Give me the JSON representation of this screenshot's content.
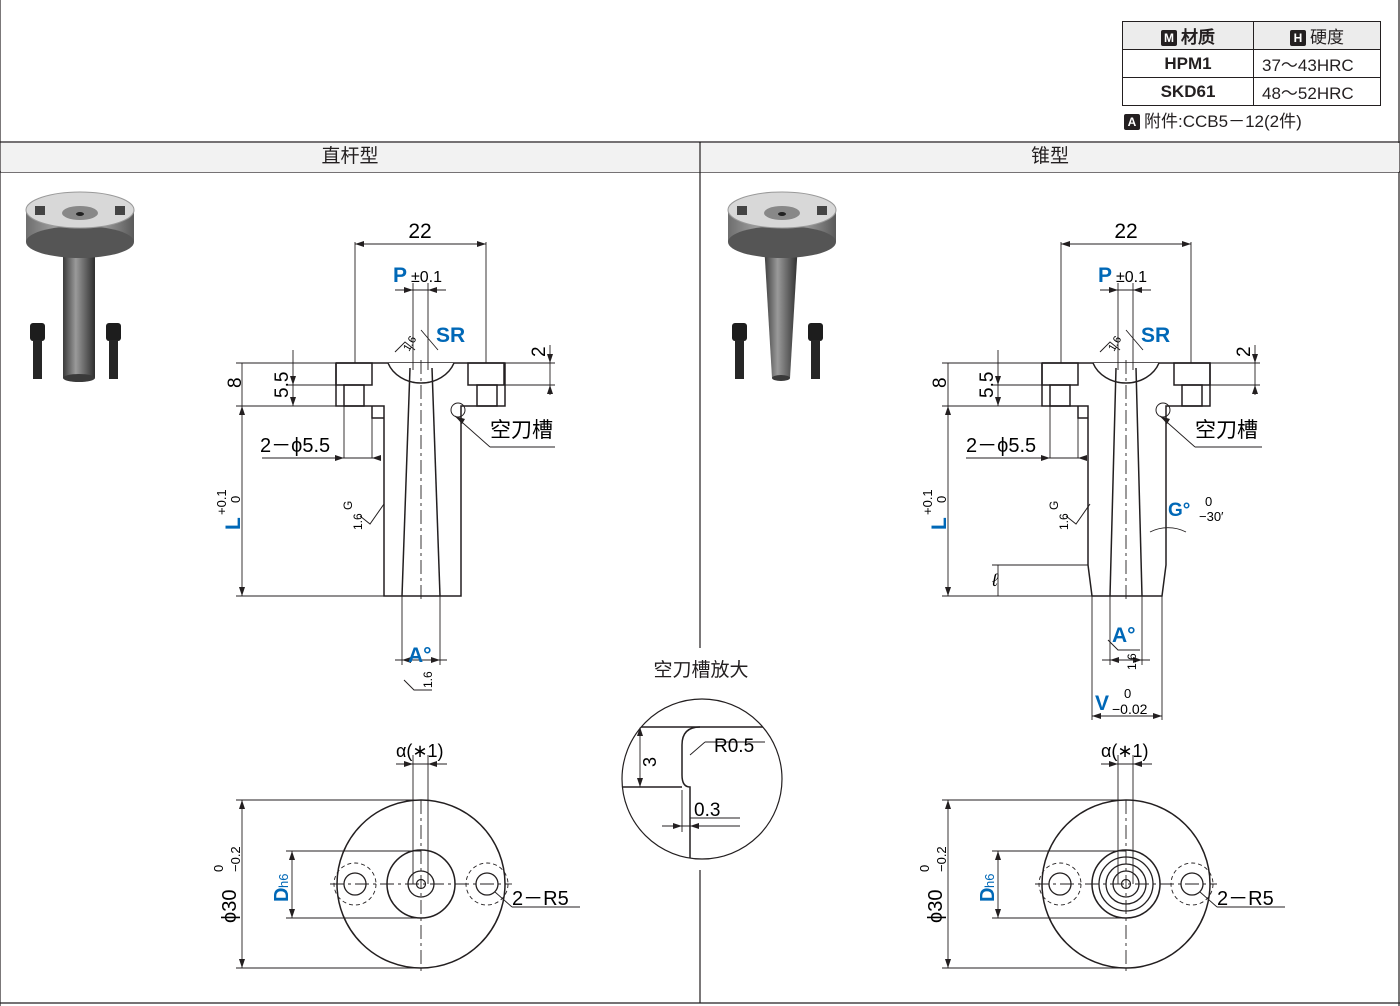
{
  "spec_table": {
    "material_header": "材质",
    "hardness_header": "硬度",
    "material_badge": "M",
    "hardness_badge": "H",
    "rows": [
      {
        "material": "HPM1",
        "hardness": "37～43HRC"
      },
      {
        "material": "SKD61",
        "hardness": "48～52HRC"
      }
    ]
  },
  "accessory": {
    "badge": "A",
    "label": "附件:CCB5－12(2件)"
  },
  "sections": {
    "straight_title": "直杆型",
    "taper_title": "锥型"
  },
  "enlarge_title": "空刀槽放大",
  "straight": {
    "dim_22": "22",
    "p_label": "P",
    "p_tol": "±0.1",
    "sr": "SR",
    "dim_2": "2",
    "dim_8": "8",
    "dim_55": "5.5",
    "groove": "空刀槽",
    "holes": "2－ϕ5.5",
    "l_label": "L",
    "l_tol_up": "+0.1",
    "l_tol_low": "0",
    "rough_g": "G",
    "rough_16": "1.6",
    "a_label": "A°",
    "a_rough": "1.6",
    "alpha": "α(∗1)",
    "dh6_main": "D",
    "dh6_sub": "h6",
    "r5": "2－R5",
    "dia30": "ϕ30",
    "dia30_up": "0",
    "dia30_low": "−0.2",
    "sr_rough": "1.6"
  },
  "taper": {
    "dim_22": "22",
    "p_label": "P",
    "p_tol": "±0.1",
    "sr": "SR",
    "dim_2": "2",
    "dim_8": "8",
    "dim_55": "5.5",
    "groove": "空刀槽",
    "holes": "2－ϕ5.5",
    "l_label": "L",
    "l_tol_up": "+0.1",
    "l_tol_low": "0",
    "rough_g": "G",
    "rough_16": "1.6",
    "ell": "ℓ",
    "g_label": "G°",
    "g_tol_up": "0",
    "g_tol_low": "−30′",
    "a_label": "A°",
    "a_rough": "1.6",
    "v_label": "V",
    "v_tol_up": "0",
    "v_tol_low": "−0.02",
    "alpha": "α(∗1)",
    "dh6_main": "D",
    "dh6_sub": "h6",
    "r5": "2－R5",
    "dia30": "ϕ30",
    "dia30_up": "0",
    "dia30_low": "−0.2",
    "sr_rough": "1.6"
  },
  "detail": {
    "dim_3": "3",
    "r05": "R0.5",
    "dim_03": "0.3"
  },
  "colors": {
    "accent_blue": "#0068b7",
    "line": "#231f20",
    "photo_gray": "#8c8c8c"
  },
  "icons": [
    "straight-product-photo",
    "taper-product-photo",
    "surface-roughness-icon"
  ]
}
